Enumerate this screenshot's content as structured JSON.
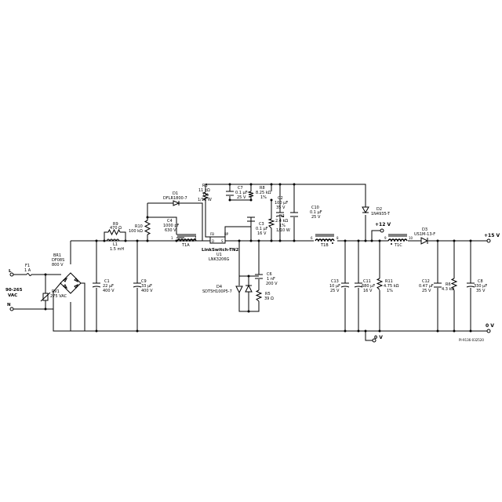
{
  "terminals": {
    "input_voltage": "90-265",
    "input_unit": "VAC",
    "line": "L",
    "neutral": "N",
    "out15": "+15 V",
    "out12": "+12 V",
    "out0_right": "0 V",
    "out0_mid": "0 V"
  },
  "components": {
    "F1": {
      "ref": "F1",
      "val": "1 A"
    },
    "BR1": {
      "ref": "BR1",
      "part": "DF08S",
      "val": "800 V"
    },
    "RV1": {
      "ref": "RV1",
      "val": "275 VAC"
    },
    "C1": {
      "ref": "C1",
      "val": "22 µF",
      "v": "400 V"
    },
    "R9": {
      "ref": "R9",
      "val": "470 Ω"
    },
    "L1": {
      "ref": "L1",
      "val": "1.5 mH"
    },
    "C9": {
      "ref": "C9",
      "val": "33 µF",
      "v": "400 V"
    },
    "R10": {
      "ref": "R10",
      "val": "100 kΩ"
    },
    "C4": {
      "ref": "C4",
      "val": "1000 pF",
      "v": "630 V"
    },
    "D1": {
      "ref": "D1",
      "part": "DFLR1800-7"
    },
    "T1A": {
      "ref": "T1A",
      "p1": "1",
      "p2": "4"
    },
    "R3": {
      "ref": "R3",
      "val": "11 kΩ",
      "tol": "1%",
      "pw": "1/16 W"
    },
    "C7": {
      "ref": "C7",
      "val": "0.1 µF",
      "v": "25 V"
    },
    "R8": {
      "ref": "R8",
      "val": "8.25 kΩ",
      "tol": "1%"
    },
    "C3": {
      "ref": "C3",
      "val": "0.1 µF",
      "v": "16 V"
    },
    "R2": {
      "ref": "R2",
      "val": "2.4 kΩ",
      "tol": "1%",
      "pw": "1/10 W"
    },
    "C2": {
      "ref": "C2",
      "val": "100 µF",
      "v": "35 V"
    },
    "C10": {
      "ref": "C10",
      "val": "0.1 µF",
      "v": "25 V"
    },
    "U1": {
      "brand": "LinkSwitch-TN2",
      "ref": "U1",
      "part": "LNK3206G",
      "fb": "FB",
      "bp": "BP",
      "d": "D",
      "s": "S"
    },
    "D4": {
      "ref": "D4",
      "part": "SDT5H100P5-7"
    },
    "C6": {
      "ref": "C6",
      "val": "1 nF",
      "v": "200 V"
    },
    "R5": {
      "ref": "R5",
      "val": "39 Ω"
    },
    "T1B": {
      "ref": "T1B",
      "p1": "6",
      "p2": "8"
    },
    "D2": {
      "ref": "D2",
      "part": "1N4935-T"
    },
    "T1C": {
      "ref": "T1C",
      "p1": "9",
      "p2": "10"
    },
    "D3": {
      "ref": "D3",
      "part": "US1M-13-F"
    },
    "C13": {
      "ref": "C13",
      "val": "10 µF",
      "v": "25 V"
    },
    "C11": {
      "ref": "C11",
      "val": "680 µF",
      "v": "16 V"
    },
    "R11": {
      "ref": "R11",
      "val": "4.75 kΩ",
      "tol": "1%"
    },
    "C12": {
      "ref": "C12",
      "val": "0.47 µF",
      "v": "25 V"
    },
    "R6": {
      "ref": "R6",
      "val": "4.3 kΩ"
    },
    "C8": {
      "ref": "C8",
      "val": "330 µF",
      "v": "35 V"
    }
  },
  "figure_id": "PI-9136-032520"
}
